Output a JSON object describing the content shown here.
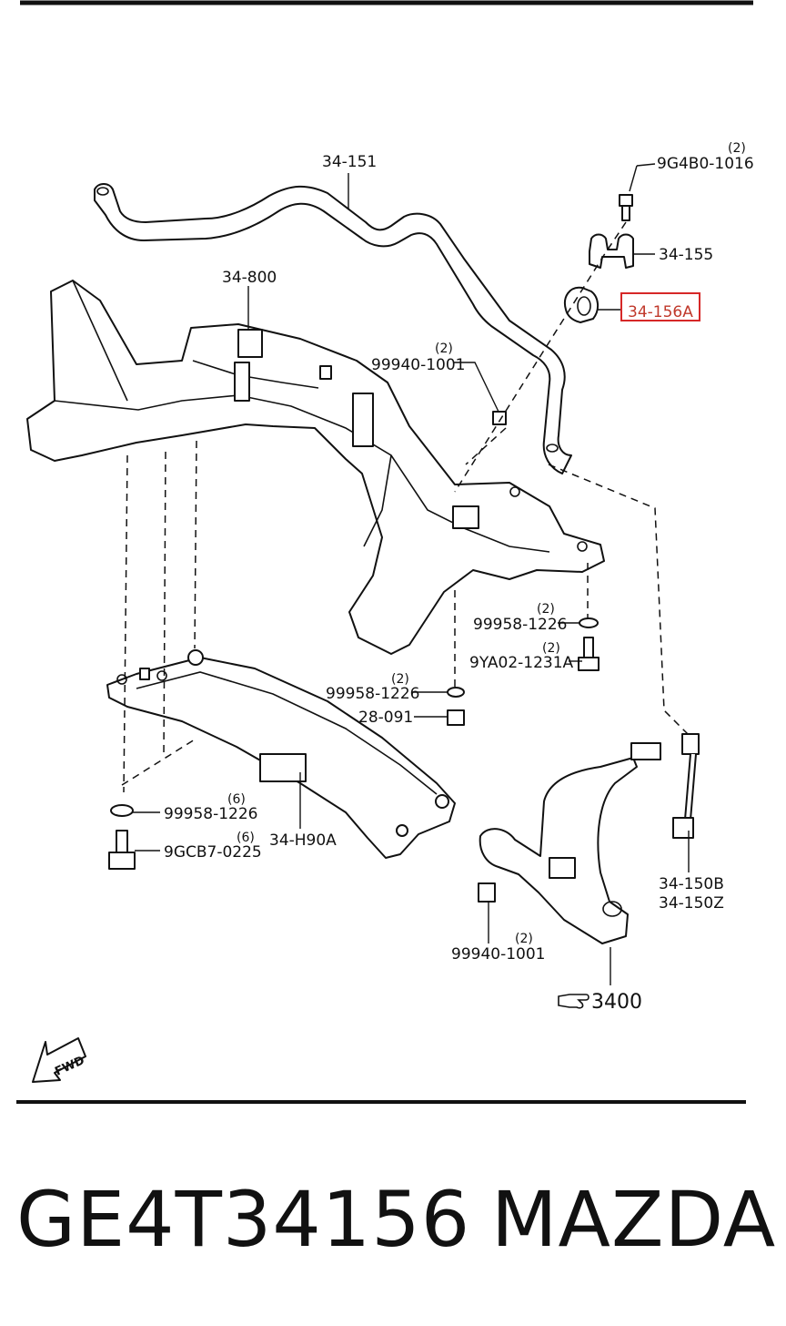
{
  "footer": {
    "part_number": "GE4T34156",
    "brand": "MAZDA"
  },
  "highlight_color": "#d62828",
  "callouts": [
    {
      "id": "stabilizer",
      "label": "34-151",
      "qty": ""
    },
    {
      "id": "bolt-top",
      "label": "9G4B0-1016",
      "qty": "(2)"
    },
    {
      "id": "bracket",
      "label": "34-155",
      "qty": ""
    },
    {
      "id": "bushing",
      "label": "34-156A",
      "qty": "",
      "highlighted": true
    },
    {
      "id": "crossmember",
      "label": "34-800",
      "qty": ""
    },
    {
      "id": "nut-mid",
      "label": "99940-1001",
      "qty": "(2)"
    },
    {
      "id": "washer-right",
      "label": "99958-1226",
      "qty": "(2)"
    },
    {
      "id": "bolt-right",
      "label": "9YA02-1231A",
      "qty": "(2)"
    },
    {
      "id": "washer-center",
      "label": "99958-1226",
      "qty": "(2)"
    },
    {
      "id": "nut-center",
      "label": "28-091",
      "qty": ""
    },
    {
      "id": "washer-left",
      "label": "99958-1226",
      "qty": "(6)"
    },
    {
      "id": "bolt-left",
      "label": "9GCB7-0225",
      "qty": "(6)"
    },
    {
      "id": "lower-member",
      "label": "34-H90A",
      "qty": ""
    },
    {
      "id": "link-b",
      "label": "34-150B",
      "qty": ""
    },
    {
      "id": "link-z",
      "label": "34-150Z",
      "qty": ""
    },
    {
      "id": "nut-lower",
      "label": "99940-1001",
      "qty": "(2)"
    },
    {
      "id": "arm-ref",
      "label": "3400",
      "qty": ""
    }
  ],
  "fwd_label": "FWD"
}
